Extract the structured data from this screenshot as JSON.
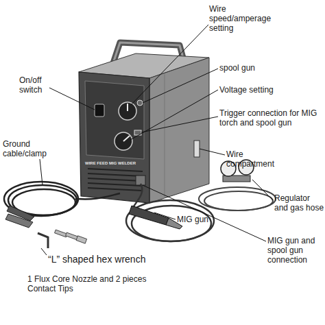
{
  "diagram": {
    "labels": [
      "Wire speed/amperage setting",
      "On/off switch",
      "spool gun",
      "Voltage setting",
      "Trigger connection for MIG torch and spool gun",
      "Wire compartment",
      "Ground cable/clamp",
      "Regulator and gas hose",
      "MIG gun",
      "MIG gun and spool gun connection",
      "“L” shaped hex wrench",
      "1 Flux Core Nozzle and 2 pieces Contact Tips",
      "WIRE FEED MIG WELDER"
    ]
  }
}
